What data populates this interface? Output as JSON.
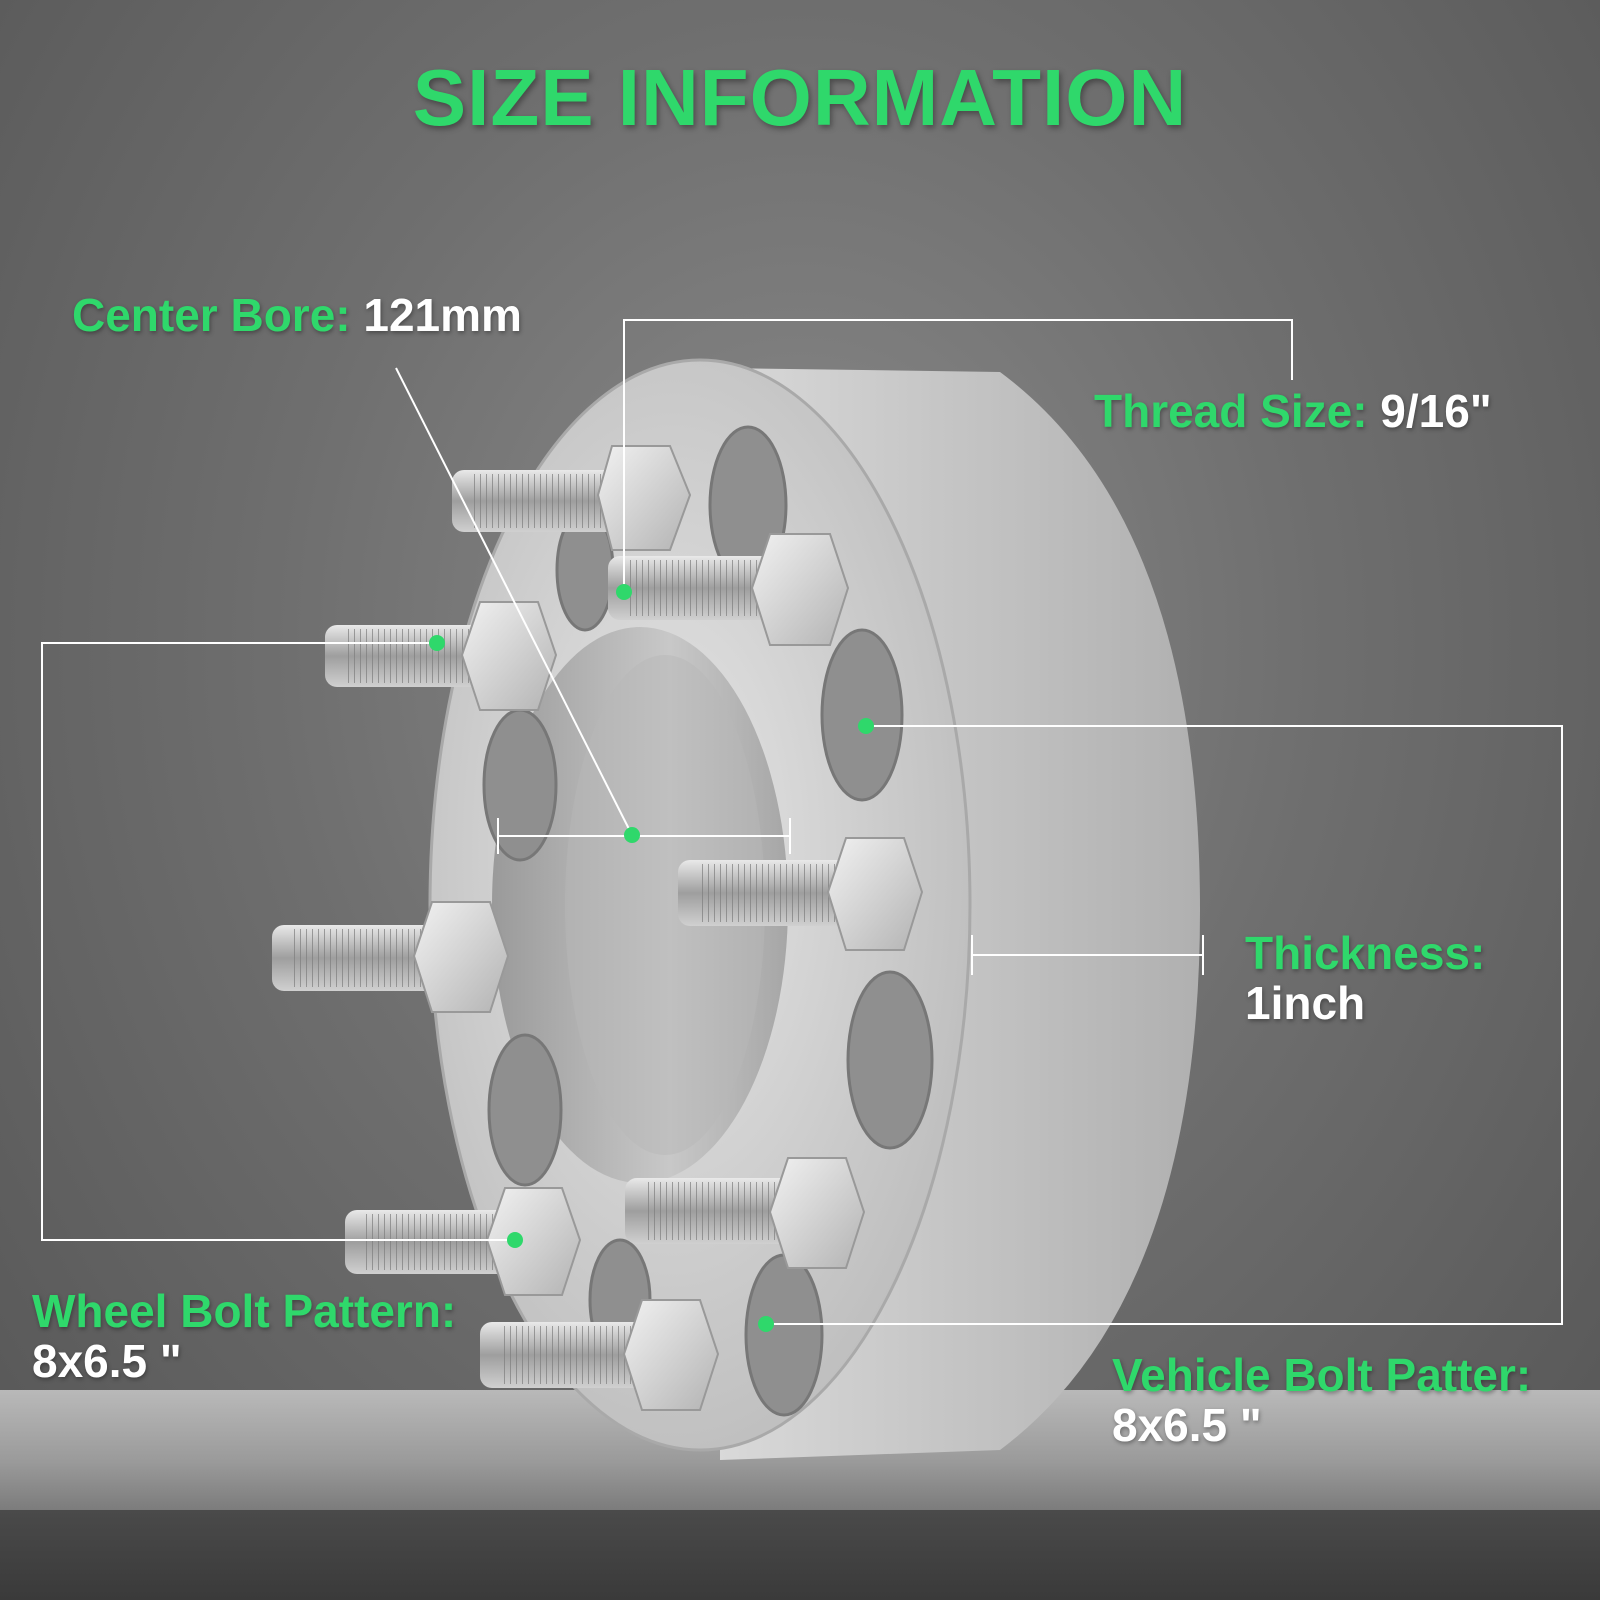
{
  "title": "SIZE INFORMATION",
  "colors": {
    "accent": "#2fd86b",
    "value_text": "#ffffff",
    "background": "#6e6e6e"
  },
  "specs": {
    "center_bore": {
      "label": "Center Bore:",
      "value": "121mm"
    },
    "thread_size": {
      "label": "Thread Size:",
      "value": "9/16\""
    },
    "thickness": {
      "label": "Thickness:",
      "value": "1inch"
    },
    "wheel_bolt_pattern": {
      "label": "Wheel Bolt Pattern:",
      "value": "8x6.5 \""
    },
    "vehicle_bolt_pattern": {
      "label": "Vehicle Bolt Patter:",
      "value": "8x6.5 \""
    }
  }
}
